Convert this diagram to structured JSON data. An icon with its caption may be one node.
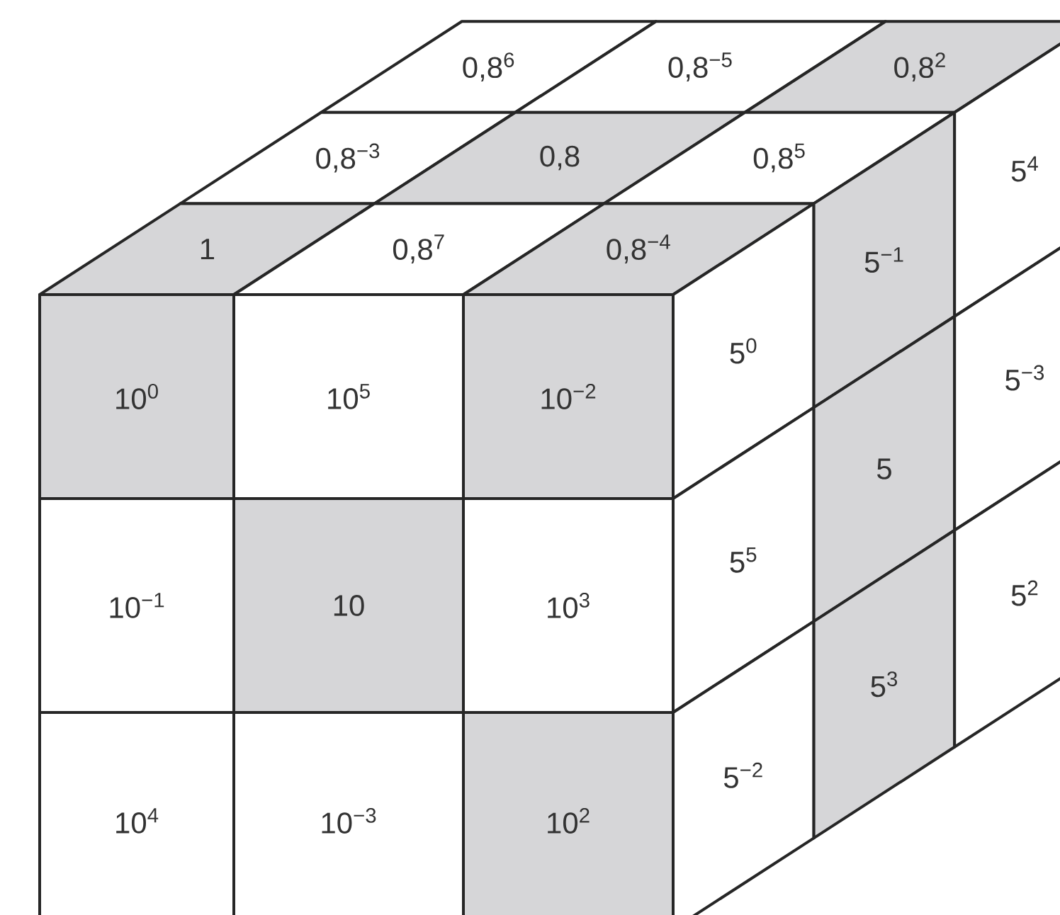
{
  "diagram": {
    "nodes": [
      {
        "text": [
          "0,8$^{6}$"
        ]
      },
      {
        "text": [
          "0,8$^{−5}$"
        ]
      },
      {
        "text": [
          "0,8$^{2}$"
        ]
      },
      {
        "text": [
          "0,8$^{−3}$"
        ]
      },
      {
        "text": [
          "0,8"
        ]
      },
      {
        "text": [
          "0,8$^{5}$"
        ]
      },
      {
        "text": [
          "1"
        ]
      },
      {
        "text": [
          "0,8$^{7}$"
        ]
      },
      {
        "text": [
          "0,8$^{−4}$"
        ]
      },
      {
        "text": [
          "10$^{0}$"
        ]
      },
      {
        "text": [
          "10$^{5}$"
        ]
      },
      {
        "text": [
          "10$^{−2}$"
        ]
      },
      {
        "text": [
          "10$^{−1}$"
        ]
      },
      {
        "text": [
          "10"
        ]
      },
      {
        "text": [
          "10$^{3}$"
        ]
      },
      {
        "text": [
          "10$^{4}$"
        ]
      },
      {
        "text": [
          "10$^{−3}$"
        ]
      },
      {
        "text": [
          "10$^{2}$"
        ]
      },
      {
        "text": [
          "5$^{0}$"
        ]
      },
      {
        "text": [
          "5$^{−1}$"
        ]
      },
      {
        "text": [
          "5$^{4}$"
        ]
      },
      {
        "text": [
          "5$^{5}$"
        ]
      },
      {
        "text": [
          "5"
        ]
      },
      {
        "text": [
          "5$^{−3}$"
        ]
      },
      {
        "text": [
          "5$^{−2}$"
        ]
      },
      {
        "text": [
          "5$^{3}$"
        ]
      },
      {
        "text": [
          "5$^{2}$"
        ]
      }
    ]
  }
}
